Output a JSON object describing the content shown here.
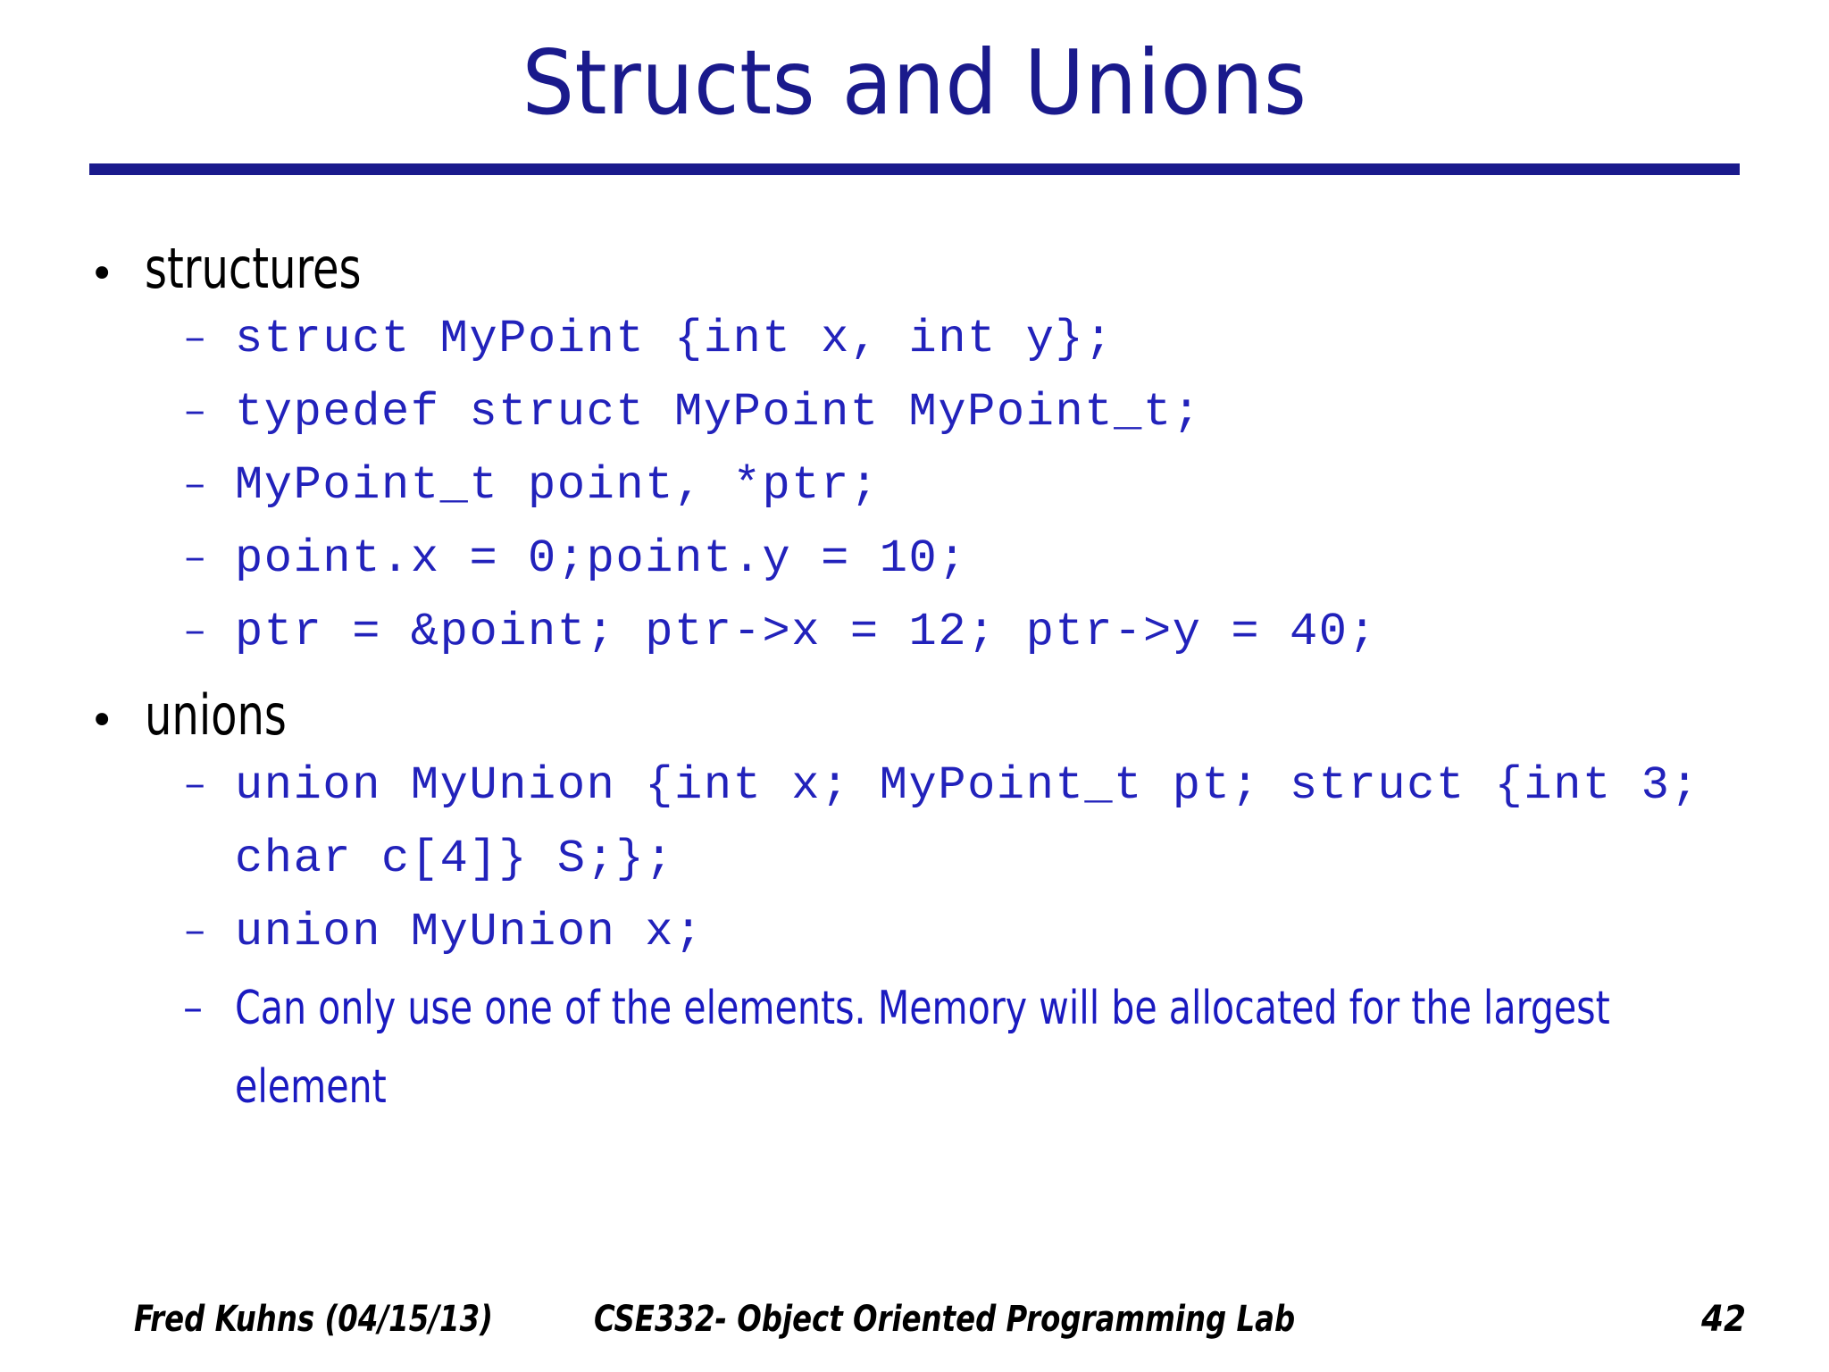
{
  "slide": {
    "title": "Structs and Unions",
    "accent_color": "#1a1a8c",
    "code_color": "#2222bb",
    "prose_color": "#1a1ac0",
    "background": "#ffffff"
  },
  "content": {
    "bullet_glyph": "•",
    "dash_glyph": "–",
    "sections": [
      {
        "heading": "structures",
        "items": [
          "struct MyPoint {int x, int y};",
          "typedef struct MyPoint MyPoint_t;",
          "MyPoint_t point, *ptr;",
          "point.x = 0;point.y = 10;",
          "ptr = &point; ptr->x = 12; ptr->y = 40;"
        ]
      },
      {
        "heading": "unions",
        "items": [
          "union MyUnion {int x; MyPoint_t pt; struct {int 3; char c[4]} S;};",
          "union MyUnion x;"
        ],
        "prose_items": [
          "Can only use one of the elements. Memory will be allocated for the largest element"
        ]
      }
    ]
  },
  "footer": {
    "author": "Fred Kuhns (04/15/13)",
    "course": "CSE332- Object Oriented Programming Lab",
    "page_number": "42"
  }
}
